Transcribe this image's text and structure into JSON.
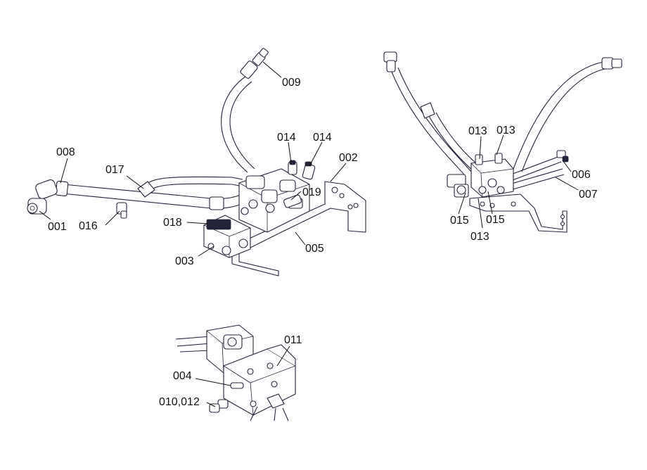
{
  "labels": {
    "p001": "001",
    "p002": "002",
    "p003": "003",
    "p004": "004",
    "p005": "005",
    "p006": "006",
    "p007": "007",
    "p008": "008",
    "p009": "009",
    "p010_012": "010,012",
    "p011": "011",
    "p013a": "013",
    "p013b": "013",
    "p013c": "013",
    "p014a": "014",
    "p014b": "014",
    "p015a": "015",
    "p015b": "015",
    "p016": "016",
    "p017": "017",
    "p018": "018",
    "p019": "019"
  },
  "colors": {
    "line": "#23233a",
    "text": "#111111",
    "background": "#ffffff"
  }
}
